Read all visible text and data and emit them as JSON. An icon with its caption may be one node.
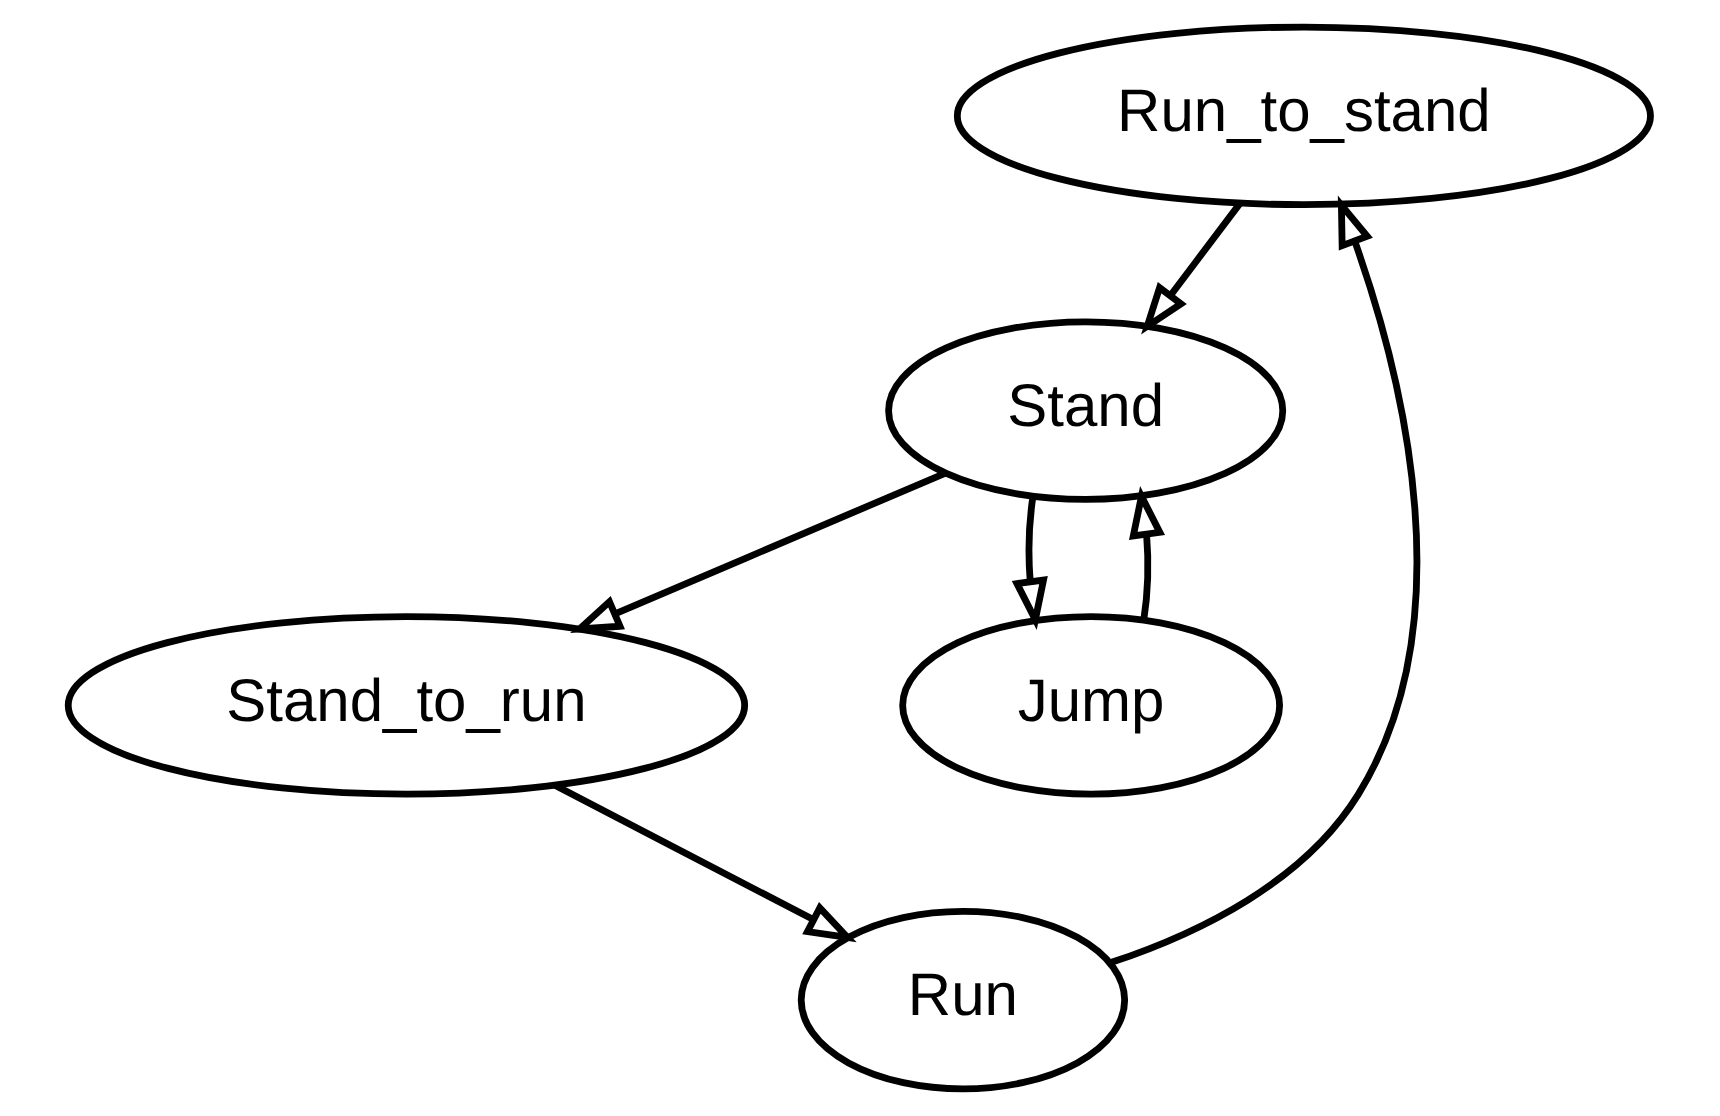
{
  "diagram": {
    "nodes": [
      {
        "text": [
          "Run_to_stand"
        ]
      },
      {
        "text": [
          "Stand"
        ]
      },
      {
        "text": [
          "Run"
        ]
      },
      {
        "text": [
          "Stand_to_run"
        ]
      },
      {
        "text": [
          "Jump"
        ]
      }
    ],
    "edges": [
      {
        "from": 0,
        "to": 1,
        "arrow": "to"
      },
      {
        "from": 1,
        "to": 4,
        "arrow": "to"
      },
      {
        "from": 4,
        "to": 1,
        "arrow": "to"
      },
      {
        "from": 1,
        "to": 3,
        "arrow": "to"
      },
      {
        "from": 3,
        "to": 2,
        "arrow": "to"
      },
      {
        "from": 2,
        "to": 0,
        "arrow": "to"
      }
    ]
  }
}
